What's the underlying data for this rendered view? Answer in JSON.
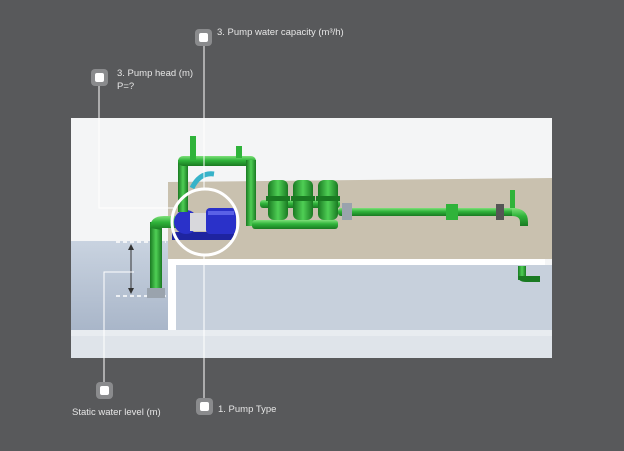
{
  "callouts": {
    "pump_capacity": "3. Pump water capacity (m³/h)",
    "pump_head": "3. Pump head (m)",
    "pump_head_sub": "P=?",
    "static_water_level": "Static water level (m)",
    "pump_type": "1. Pump Type"
  },
  "colors": {
    "background": "#58595b",
    "pipe_green": "#2fb33a",
    "pump_blue": "#2a31c9",
    "water": "#b9c5d6",
    "ground": "#c8c0ae",
    "callout_white": "#ffffff"
  }
}
